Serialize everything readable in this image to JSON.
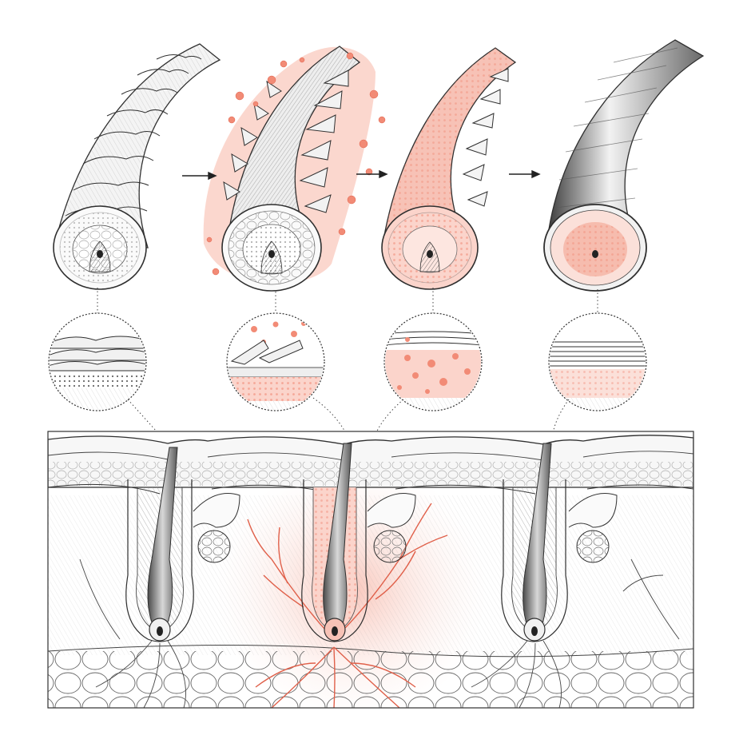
{
  "figure": {
    "title": "",
    "panel_count": 4,
    "zoom_count": 4,
    "follicle_count": 3,
    "arrow_count": 3,
    "has_text_labels": false
  },
  "colors": {
    "ink": "#2f2f2f",
    "ink_light": "#8a8a8a",
    "paper": "#ffffff",
    "inflammation": "#ef7a64",
    "inflammation_soft": "#f7c2b6",
    "inflammation_pale": "#fde6e0"
  },
  "panels": [
    {
      "id": "healthy",
      "scales": "intact",
      "inflammation": 0
    },
    {
      "id": "damaged",
      "scales": "lifted",
      "inflammation": 1
    },
    {
      "id": "repairing",
      "scales": "partial",
      "inflammation": 0.7
    },
    {
      "id": "restored",
      "scales": "smooth",
      "inflammation": 0.35
    }
  ],
  "follicles": [
    {
      "id": "left",
      "inflamed": false
    },
    {
      "id": "center",
      "inflamed": true
    },
    {
      "id": "right",
      "inflamed": false
    }
  ]
}
